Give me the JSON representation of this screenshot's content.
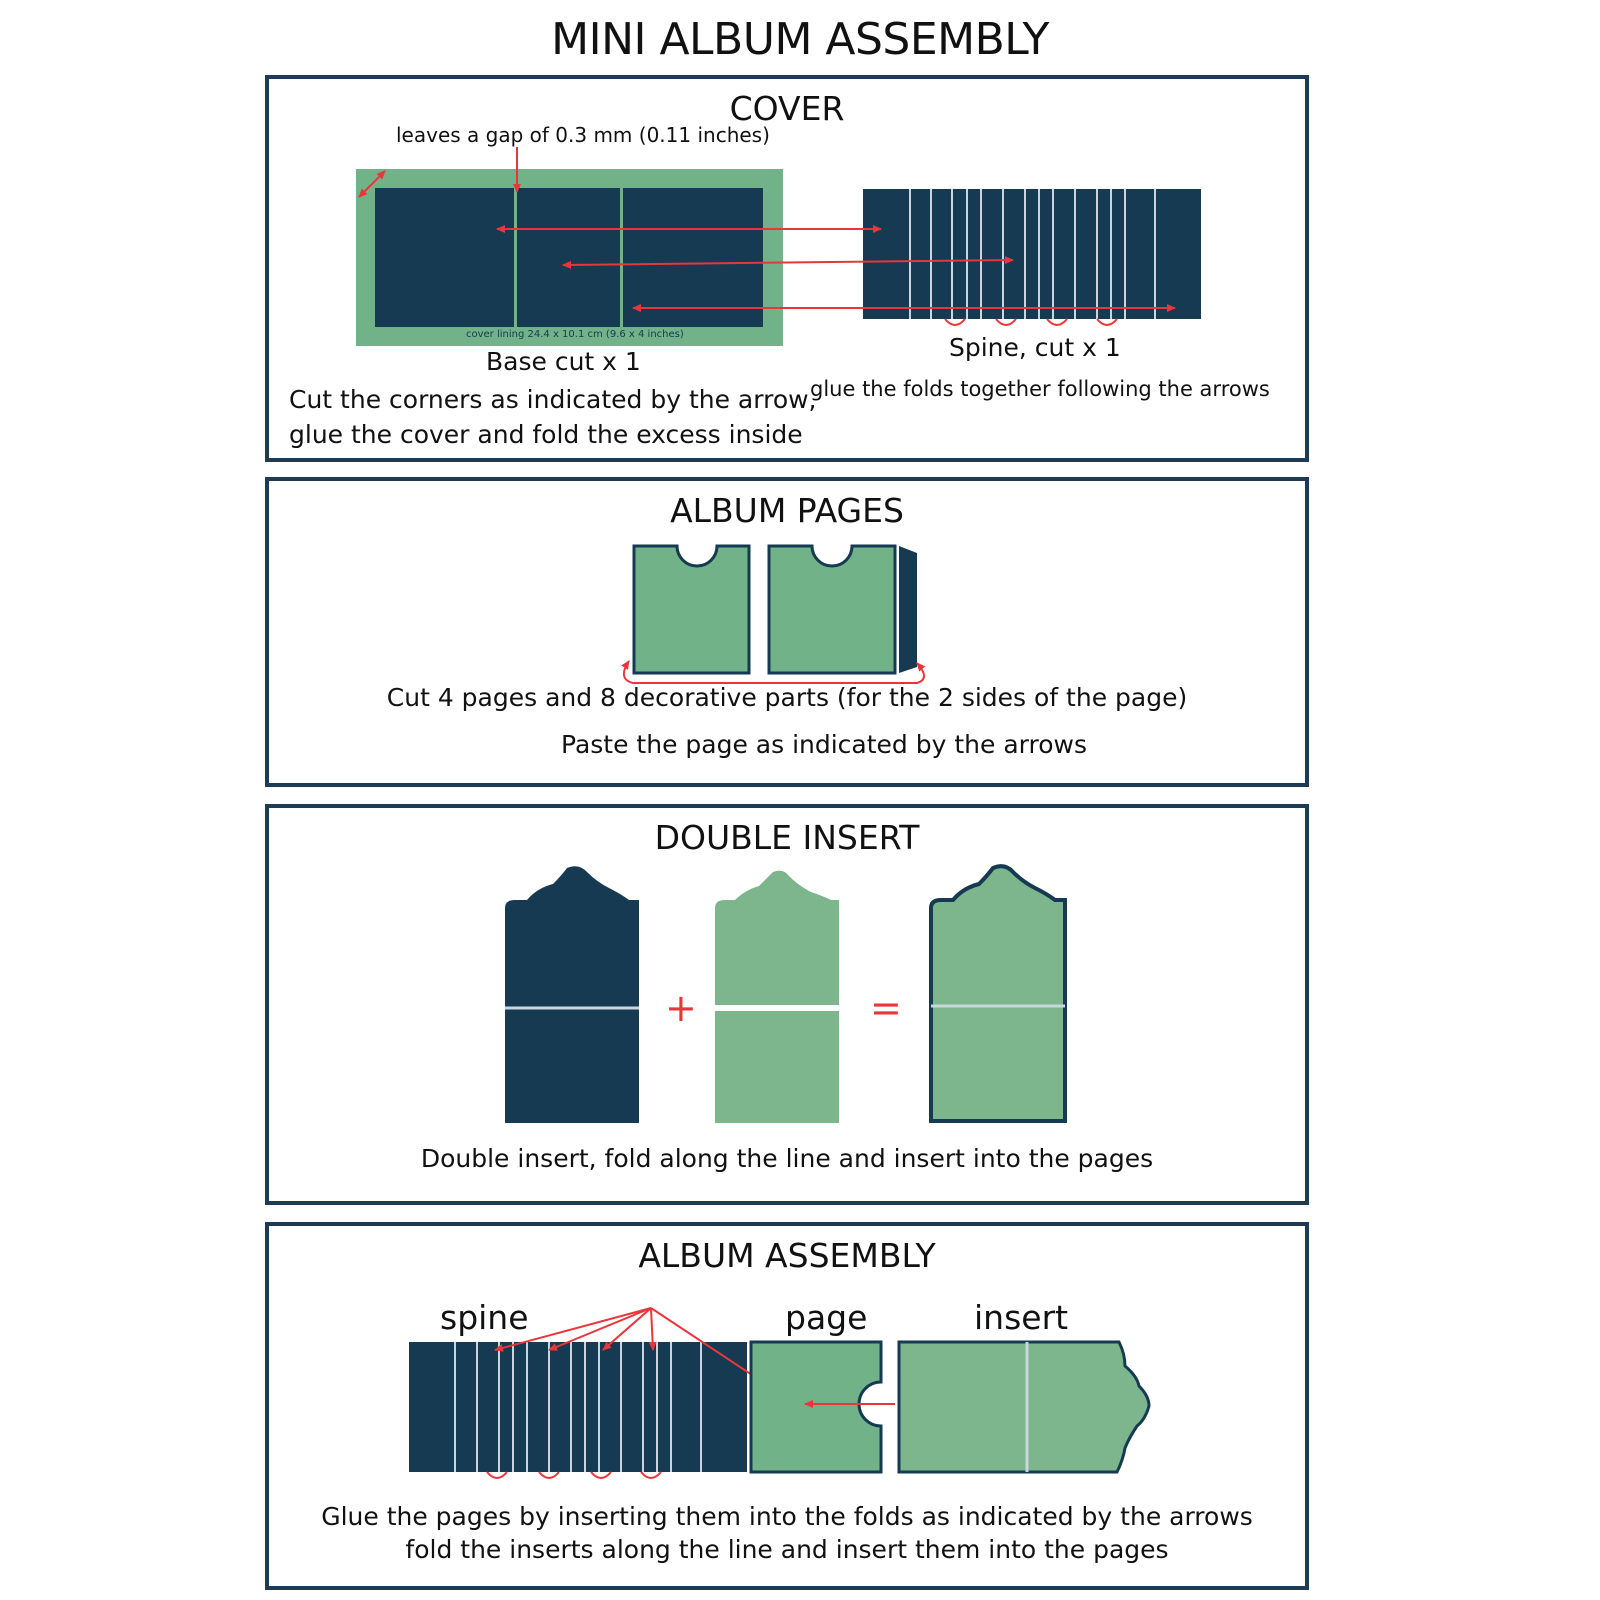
{
  "title": "MINI ALBUM ASSEMBLY",
  "colors": {
    "navy": "#163a52",
    "green": "#72b289",
    "red": "#e8363b",
    "border": "#1d3b54"
  },
  "cover": {
    "title": "COVER",
    "gap_note": "leaves a gap of 0.3 mm (0.11 inches)",
    "lining_note": "cover lining 24.4 x 10.1 cm (9.6 x 4 inches)",
    "base_label": "Base cut x 1",
    "base_instructions": [
      "Cut the corners as indicated by the arrow,",
      "glue the cover and fold the excess inside"
    ],
    "spine_label": "Spine, cut x 1",
    "spine_instructions": "glue the folds together following the arrows"
  },
  "pages": {
    "title": "ALBUM PAGES",
    "line1": "Cut 4 pages and 8 decorative parts (for the 2 sides of the page)",
    "line2": "Paste the page as indicated by the arrows"
  },
  "insert": {
    "title": "DOUBLE INSERT",
    "plus": "+",
    "equals": "=",
    "caption": "Double insert, fold along the line and insert into the pages"
  },
  "assembly": {
    "title": "ALBUM ASSEMBLY",
    "label_spine": "spine",
    "label_page": "page",
    "label_insert": "insert",
    "line1": "Glue the pages by inserting them into the folds as indicated by the arrows",
    "line2": "fold the inserts along the line and insert them into the pages"
  }
}
